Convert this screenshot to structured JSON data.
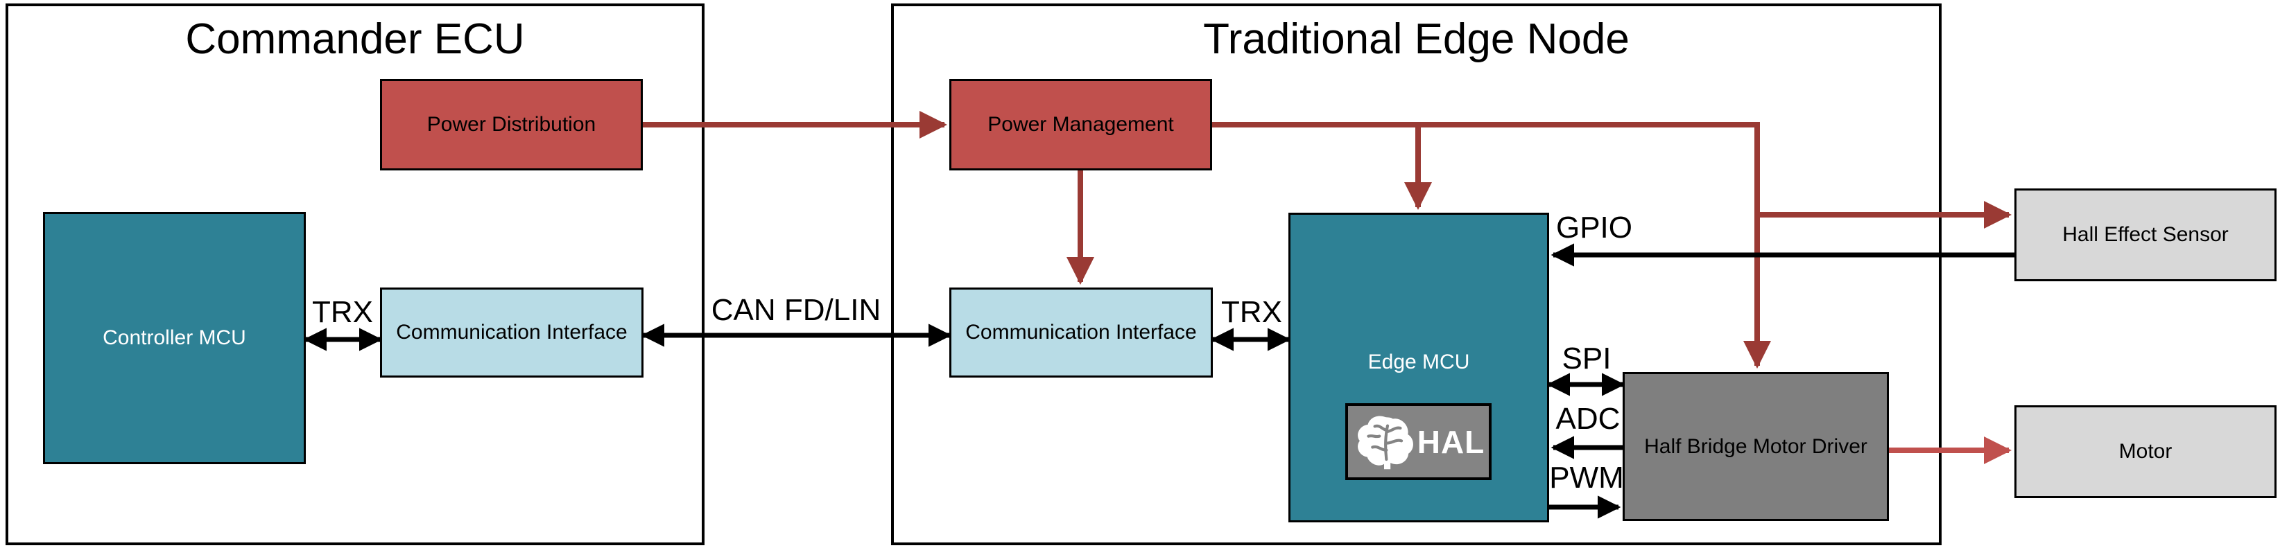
{
  "colors": {
    "box_red": "#C0504D",
    "box_teal": "#2E8195",
    "box_light_blue": "#B8DCE6",
    "box_gray": "#7F7F7F",
    "box_light_gray": "#D8D8D8",
    "badge_gray": "#848484",
    "wire_dark_red": "#9A3A34",
    "wire_bright_red": "#C0504D",
    "wire_black": "#000000"
  },
  "commander": {
    "title": "Commander ECU",
    "power_distribution": "Power Distribution",
    "controller_mcu": "Controller MCU",
    "communication_interface": "Communication Interface"
  },
  "edge_node": {
    "title": "Traditional Edge Node",
    "power_management": "Power Management",
    "communication_interface": "Communication Interface",
    "edge_mcu": "Edge MCU",
    "hal_badge": "HAL",
    "half_bridge_motor_driver": "Half Bridge  Motor Driver"
  },
  "peripherals": {
    "hall_effect_sensor": "Hall Effect Sensor",
    "motor": "Motor"
  },
  "wire_labels": {
    "trx_commander": "TRX",
    "can_fd_lin": "CAN FD/LIN",
    "trx_edge": "TRX",
    "gpio": "GPIO",
    "spi": "SPI",
    "adc": "ADC",
    "pwm": "PWM"
  }
}
